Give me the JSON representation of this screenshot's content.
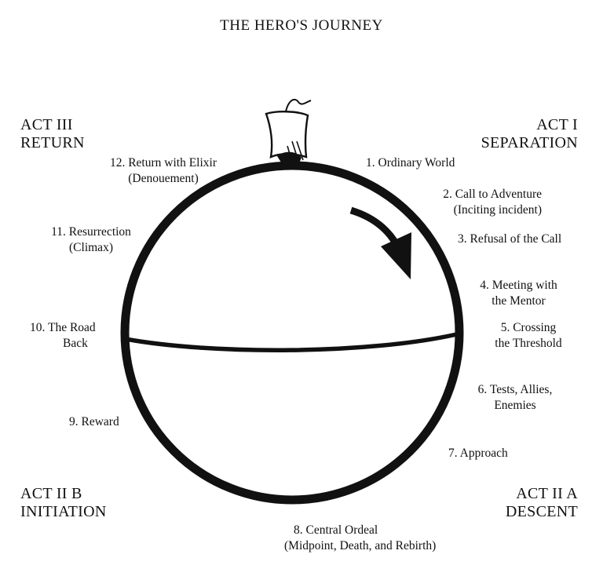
{
  "title": "THE HERO'S JOURNEY",
  "acts": {
    "act1": {
      "line1": "ACT I",
      "line2": "SEPARATION"
    },
    "act3": {
      "line1": "ACT III",
      "line2": "RETURN"
    },
    "act2a": {
      "line1": "ACT II A",
      "line2": "DESCENT"
    },
    "act2b": {
      "line1": "ACT II B",
      "line2": "INITIATION"
    }
  },
  "stages": {
    "s1": {
      "line1": "1. Ordinary World"
    },
    "s2": {
      "line1": "2. Call to Adventure",
      "line2": "(Inciting incident)"
    },
    "s3": {
      "line1": "3. Refusal of the Call"
    },
    "s4": {
      "line1": "4. Meeting with",
      "line2": "the Mentor"
    },
    "s5": {
      "line1": "5. Crossing",
      "line2": "the Threshold"
    },
    "s6": {
      "line1": "6. Tests, Allies,",
      "line2": "Enemies"
    },
    "s7": {
      "line1": "7. Approach"
    },
    "s8": {
      "line1": "8. Central Ordeal",
      "line2": "(Midpoint, Death, and Rebirth)"
    },
    "s9": {
      "line1": "9. Reward"
    },
    "s10": {
      "line1": "10. The Road",
      "line2": "Back"
    },
    "s11": {
      "line1": "11. Resurrection",
      "line2": "(Climax)"
    },
    "s12": {
      "line1": "12. Return with Elixir",
      "line2": "(Denouement)"
    }
  },
  "icons": {
    "ship": "sailing-ship-icon",
    "arrow": "curved-arrow-icon"
  },
  "colors": {
    "ink": "#111111",
    "background": "#ffffff"
  }
}
